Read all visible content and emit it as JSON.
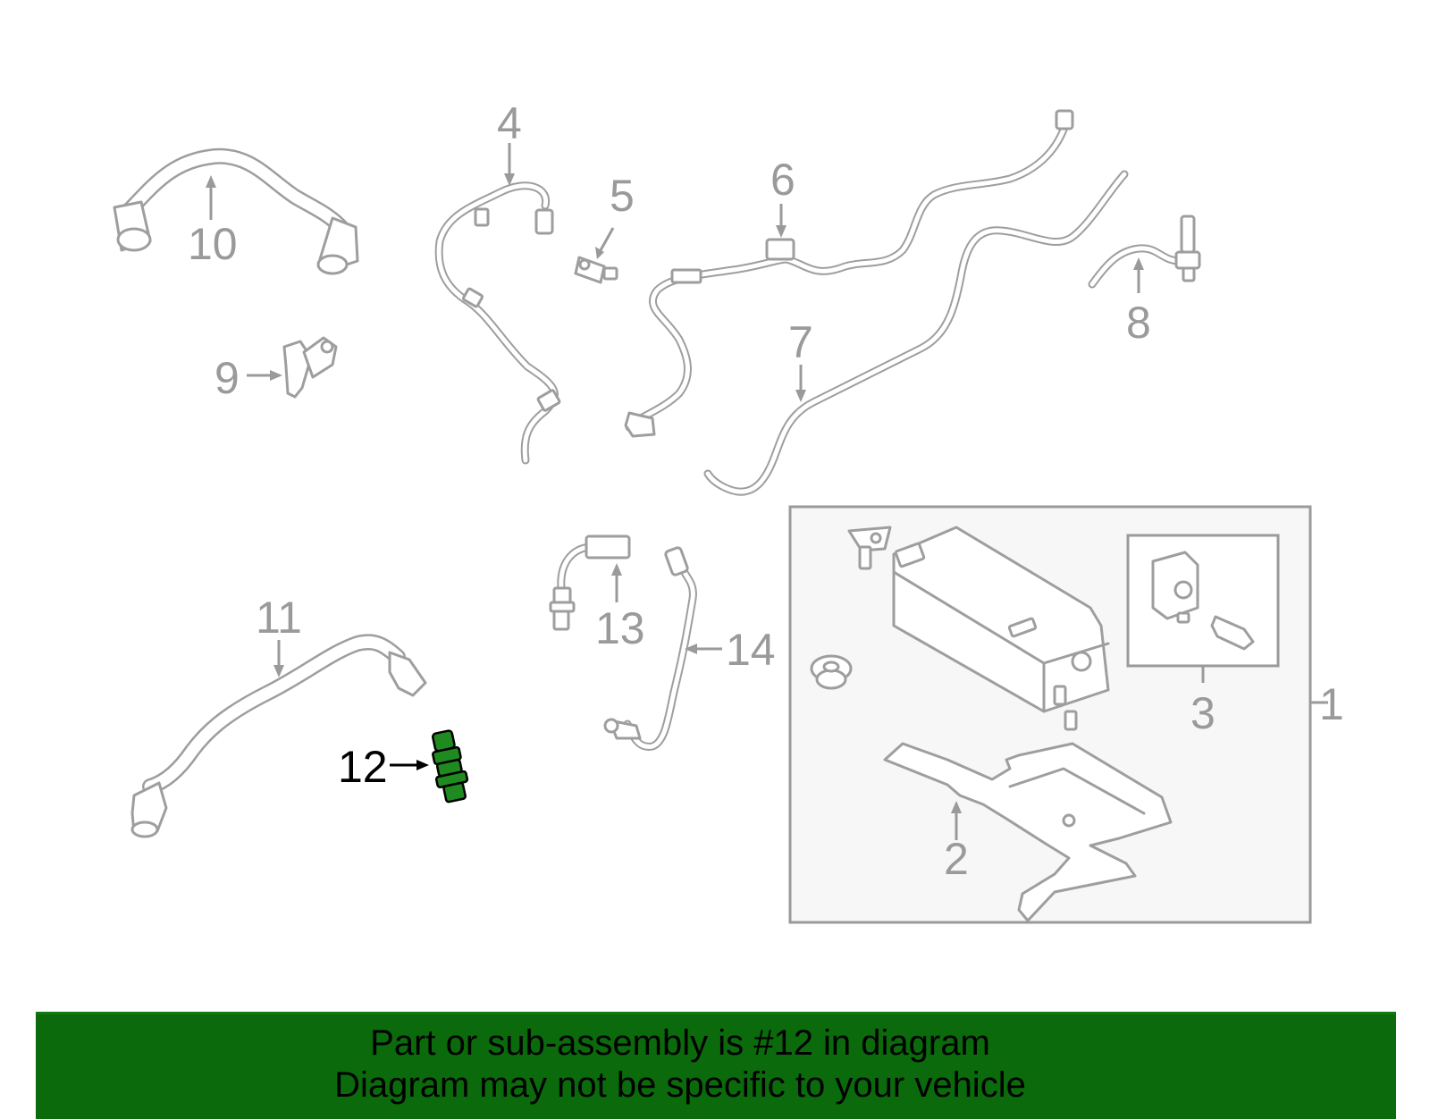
{
  "diagram": {
    "labels": {
      "p1": "1",
      "p2": "2",
      "p3": "3",
      "p4": "4",
      "p5": "5",
      "p6": "6",
      "p7": "7",
      "p8": "8",
      "p9": "9",
      "p10": "10",
      "p11": "11",
      "p12": "12",
      "p13": "13",
      "p14": "14"
    },
    "highlighted_part": "12",
    "highlight_color": "#1f8a1f"
  },
  "footer": {
    "line1": "Part or sub-assembly is #12 in diagram",
    "line2": "Diagram may not be specific to your vehicle",
    "background": "#0b6a0b"
  }
}
